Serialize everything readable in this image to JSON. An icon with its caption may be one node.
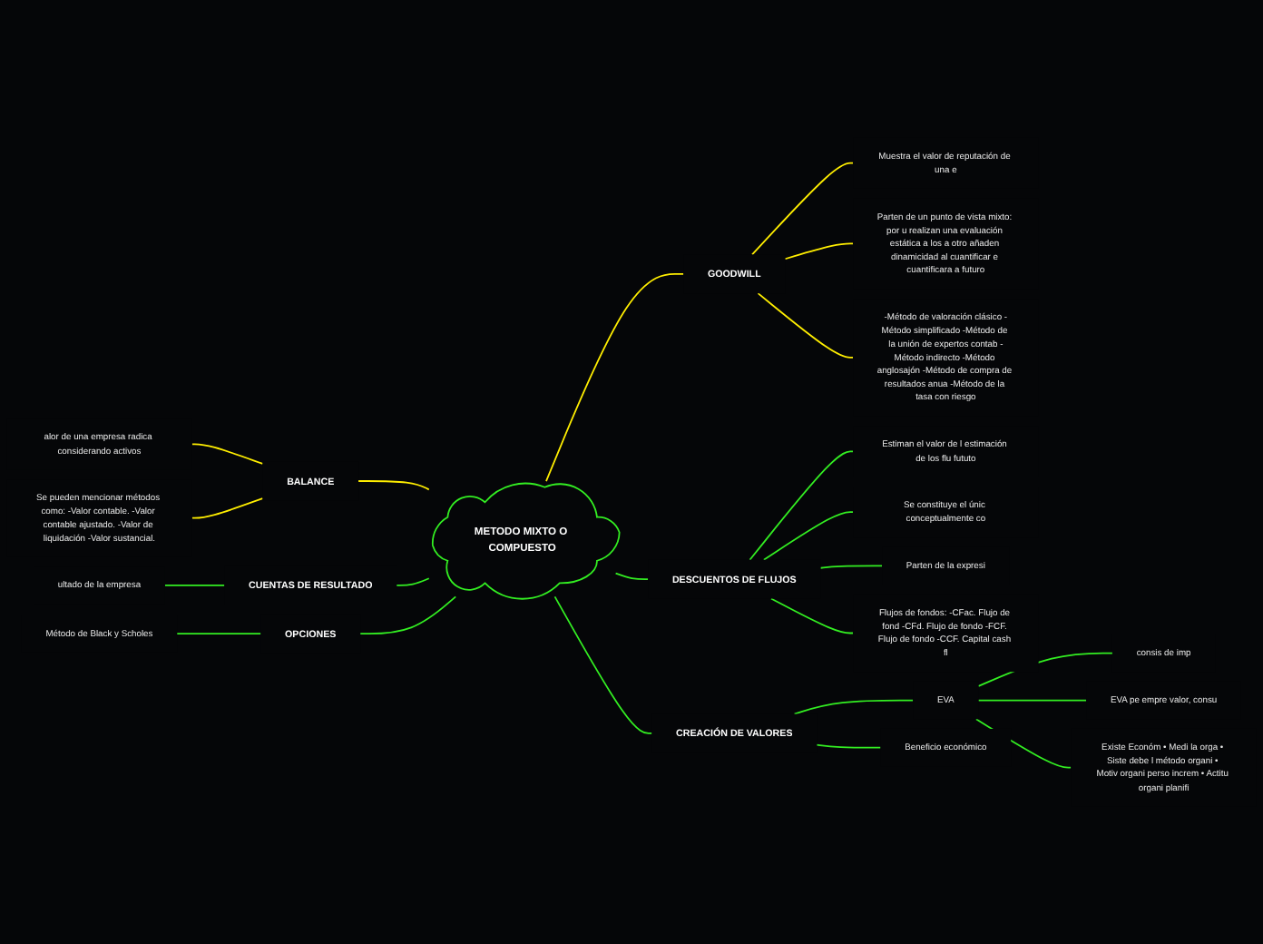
{
  "diagram": {
    "nodes": [
      {
        "text": [
          "METODO MIXTO O COMPUESTO"
        ]
      },
      {
        "text": [
          "GOODWILL"
        ]
      },
      {
        "text": [
          "Muestra el valor de reputación de una e"
        ]
      },
      {
        "text": [
          "Parten de un punto de vista mixto: por u realizan una evaluación estática a los a otro añaden dinamicidad al cuantificar e cuantificara a futuro"
        ]
      },
      {
        "text": [
          "-Método de valoración clásico -Método simplificado -Método de la unión de expertos contab -Método indirecto -Método anglosajón -Método de compra de resultados anua -Método de la tasa con riesgo"
        ]
      },
      {
        "text": [
          "BALANCE"
        ]
      },
      {
        "text": [
          "alor de una empresa radica considerando activos"
        ]
      },
      {
        "text": [
          "Se pueden mencionar métodos como: -Valor contable. -Valor contable ajustado. -Valor de liquidación -Valor sustancial."
        ]
      },
      {
        "text": [
          "DESCUENTOS DE FLUJOS"
        ]
      },
      {
        "text": [
          "Estiman el valor de l estimación de los flu fututo"
        ]
      },
      {
        "text": [
          "Se constituye el únic conceptualmente co"
        ]
      },
      {
        "text": [
          "Parten de la expresi"
        ]
      },
      {
        "text": [
          "Flujos de fondos: -CFac. Flujo de fond -CFd. Flujo de fondo -FCF. Flujo de fondo -CCF. Capital cash fl"
        ]
      },
      {
        "text": [
          "CUENTAS DE RESULTADO"
        ]
      },
      {
        "text": [
          "ultado de la empresa"
        ]
      },
      {
        "text": [
          "CREACIÓN DE VALORES"
        ]
      },
      {
        "text": [
          "EVA"
        ]
      },
      {
        "text": [
          "consis de imp"
        ]
      },
      {
        "text": [
          "EVA pe empre valor, consu"
        ]
      },
      {
        "text": [
          "Existe Económ • Medi la orga • Siste debe l método organi • Motiv organi perso increm • Actitu organi planifi"
        ]
      },
      {
        "text": [
          "Beneficio económico"
        ]
      },
      {
        "text": [
          "OPCIONES"
        ]
      },
      {
        "text": [
          "Método de Black y Scholes"
        ]
      }
    ],
    "edges": [
      {
        "from": 0,
        "to": 1,
        "arrow": "none",
        "color": "#ffee00"
      },
      {
        "from": 1,
        "to": 2,
        "arrow": "none",
        "color": "#ffee00"
      },
      {
        "from": 1,
        "to": 3,
        "arrow": "none",
        "color": "#ffee00"
      },
      {
        "from": 1,
        "to": 4,
        "arrow": "none",
        "color": "#ffee00"
      },
      {
        "from": 5,
        "to": 0,
        "arrow": "none",
        "color": "#ffee00"
      },
      {
        "from": 6,
        "to": 5,
        "arrow": "none",
        "color": "#ffee00"
      },
      {
        "from": 7,
        "to": 5,
        "arrow": "none",
        "color": "#ffee00"
      },
      {
        "from": 0,
        "to": 8,
        "arrow": "none"
      },
      {
        "from": 8,
        "to": 9,
        "arrow": "none"
      },
      {
        "from": 8,
        "to": 10,
        "arrow": "none"
      },
      {
        "from": 8,
        "to": 11,
        "arrow": "none"
      },
      {
        "from": 8,
        "to": 12,
        "arrow": "none"
      },
      {
        "from": 13,
        "to": 0,
        "arrow": "none"
      },
      {
        "from": 14,
        "to": 13,
        "arrow": "none"
      },
      {
        "from": 0,
        "to": 15,
        "arrow": "none"
      },
      {
        "from": 15,
        "to": 16,
        "arrow": "none"
      },
      {
        "from": 16,
        "to": 17,
        "arrow": "none"
      },
      {
        "from": 16,
        "to": 18,
        "arrow": "none"
      },
      {
        "from": 16,
        "to": 19,
        "arrow": "none"
      },
      {
        "from": 15,
        "to": 20,
        "arrow": "none"
      },
      {
        "from": 21,
        "to": 0,
        "arrow": "none"
      },
      {
        "from": 22,
        "to": 21,
        "arrow": "none"
      }
    ]
  }
}
